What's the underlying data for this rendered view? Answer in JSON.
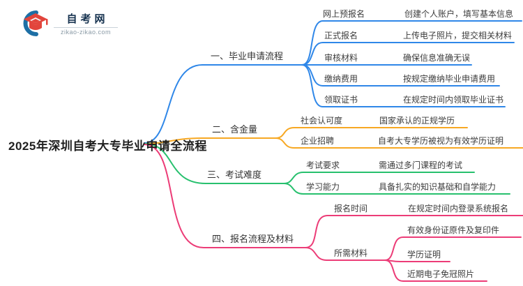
{
  "logo": {
    "site_name": "自考网",
    "domain": "zikao-zikao.com"
  },
  "root": {
    "label": "2025年深圳自考大专毕业申请全流程"
  },
  "branches": [
    {
      "label": "一、毕业申请流程",
      "color": "#2F87E8",
      "children": [
        {
          "label": "网上预报名",
          "value": "创建个人账户，填写基本信息"
        },
        {
          "label": "正式报名",
          "value": "上传电子照片，提交相关材料"
        },
        {
          "label": "审核材料",
          "value": "确保信息准确无误"
        },
        {
          "label": "缴纳费用",
          "value": "按规定缴纳毕业申请费用"
        },
        {
          "label": "领取证书",
          "value": "在规定时间内领取毕业证书"
        }
      ]
    },
    {
      "label": "二、含金量",
      "color": "#F7A823",
      "children": [
        {
          "label": "社会认可度",
          "value": "国家承认的正规学历"
        },
        {
          "label": "企业招聘",
          "value": "自考大专学历被视为有效学历证明"
        }
      ]
    },
    {
      "label": "三、考试难度",
      "color": "#27C06E",
      "children": [
        {
          "label": "考试要求",
          "value": "需通过多门课程的考试"
        },
        {
          "label": "学习能力",
          "value": "具备扎实的知识基础和自学能力"
        }
      ]
    },
    {
      "label": "四、报名流程及材料",
      "color": "#EC3C77",
      "children": [
        {
          "label": "报名时间",
          "value": "在规定时间内登录系统报名"
        },
        {
          "label": "所需材料",
          "values": [
            "有效身份证原件及复印件",
            "学历证明",
            "近期电子免冠照片"
          ]
        }
      ]
    }
  ]
}
